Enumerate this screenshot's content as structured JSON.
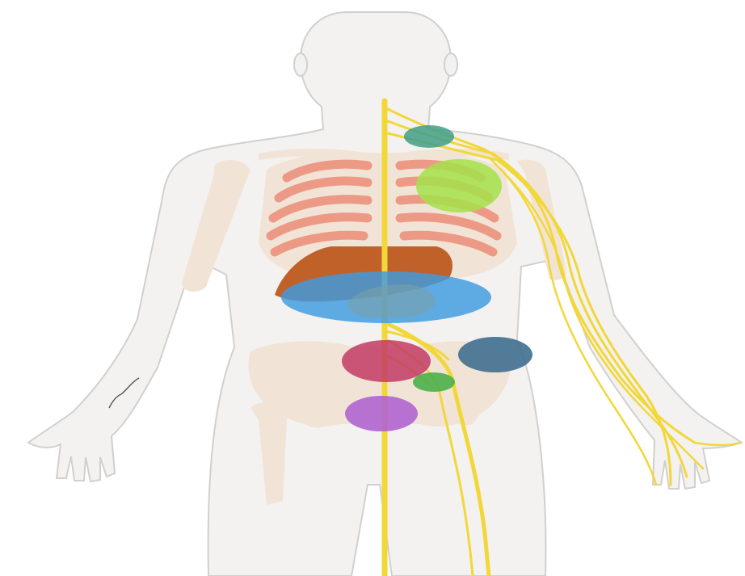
{
  "colors": {
    "body_fill": "#f3f2f1",
    "body_outline": "#d2d0ce",
    "bone": "#f1e4d6",
    "rib": "#ec9a86",
    "nerve": "#f2d73a",
    "liver": "#c0612a",
    "stomach_shadow": "#7aa0a6"
  },
  "markers": [
    {
      "name": "marker-neck-teal",
      "color": "#3f9f8a"
    },
    {
      "name": "marker-left-lung-lime",
      "color": "#a6e24a"
    },
    {
      "name": "marker-upper-abdomen-blue",
      "color": "#3d9be0"
    },
    {
      "name": "marker-mid-abdomen-crimson",
      "color": "#c23b64"
    },
    {
      "name": "marker-right-flank-slate",
      "color": "#3f6f8f"
    },
    {
      "name": "marker-lower-abdomen-green",
      "color": "#4bb04a"
    },
    {
      "name": "marker-pelvis-purple",
      "color": "#b064d0"
    }
  ]
}
